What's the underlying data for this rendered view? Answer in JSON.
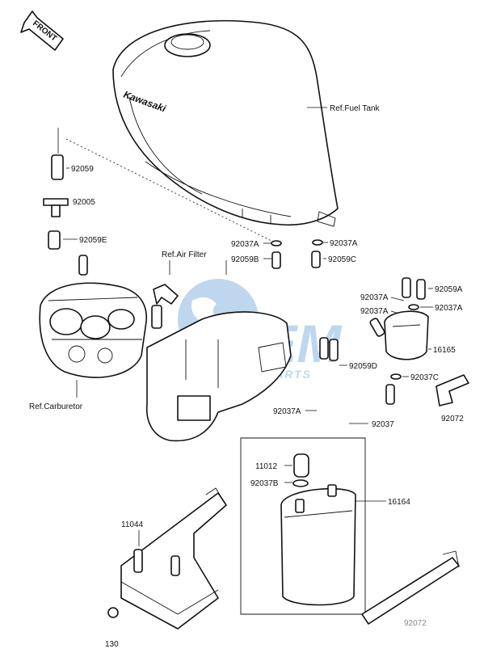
{
  "front_tag": "FRONT",
  "brand_on_tank": "Kawasaki",
  "watermark": {
    "main": "OEM",
    "sub": "MOTORPARTS"
  },
  "references": {
    "fuel_tank": "Ref.Fuel Tank",
    "air_filter": "Ref.Air Filter",
    "carburetor": "Ref.Carburetor"
  },
  "parts": {
    "p92059_top": "92059",
    "p92005": "92005",
    "p92059e": "92059E",
    "p92037a_1": "92037A",
    "p92059b": "92059B",
    "p92037a_2": "92037A",
    "p92059c": "92059C",
    "p92059a": "92059A",
    "p92037a_3": "92037A",
    "p92037a_4": "92037A",
    "p92037a_5": "92037A",
    "p16165": "16165",
    "p92059d": "92059D",
    "p92037c": "92037C",
    "p92037a_6": "92037A",
    "p92037": "92037",
    "p92072": "92072",
    "p11012": "11012",
    "p92037b": "92037B",
    "p16164": "16164",
    "p11044": "11044",
    "p130": "130",
    "p92072_b": "92072"
  }
}
